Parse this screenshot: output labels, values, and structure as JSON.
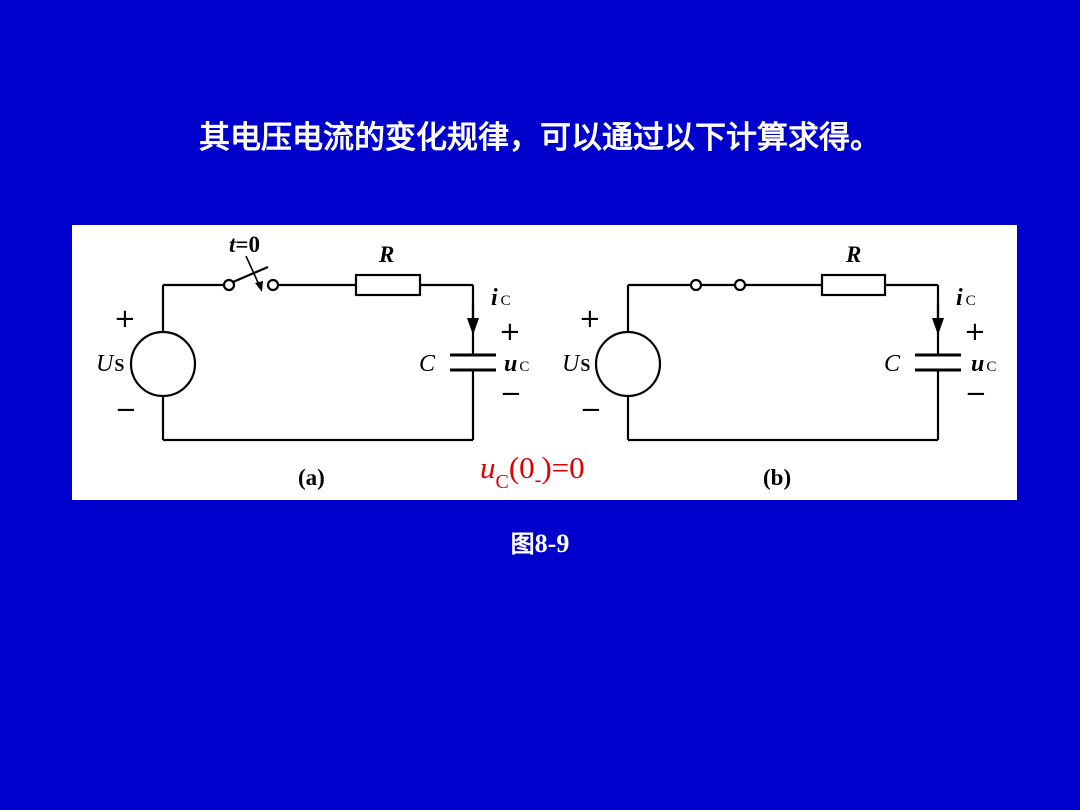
{
  "slide": {
    "title": "其电压电流的变化规律，可以通过以下计算求得。",
    "caption_prefix": "图",
    "caption_number": "8-9"
  },
  "circuit_a": {
    "switch_label": "t",
    "switch_eq": "=0",
    "resistor": "R",
    "current_symbol": "i",
    "current_sub": "C",
    "plus": "+",
    "minus": "−",
    "source_symbol": "U",
    "source_sub": "S",
    "capacitor": "C",
    "voltage_symbol": "u",
    "voltage_sub": "C",
    "label": "(a)"
  },
  "circuit_b": {
    "resistor": "R",
    "current_symbol": "i",
    "current_sub": "C",
    "plus": "+",
    "minus": "−",
    "source_symbol": "U",
    "source_sub": "S",
    "capacitor": "C",
    "voltage_symbol": "u",
    "voltage_sub": "C",
    "label": "(b)"
  },
  "annotation": {
    "u": "u",
    "sub": "C",
    "open": "(0",
    "minus_sub": "-",
    "rest": ")=0",
    "color": "#E00000"
  },
  "colors": {
    "background": "#0000CC",
    "text": "#FFFFFF",
    "panel": "#FFFFFF",
    "wire": "#000000"
  }
}
